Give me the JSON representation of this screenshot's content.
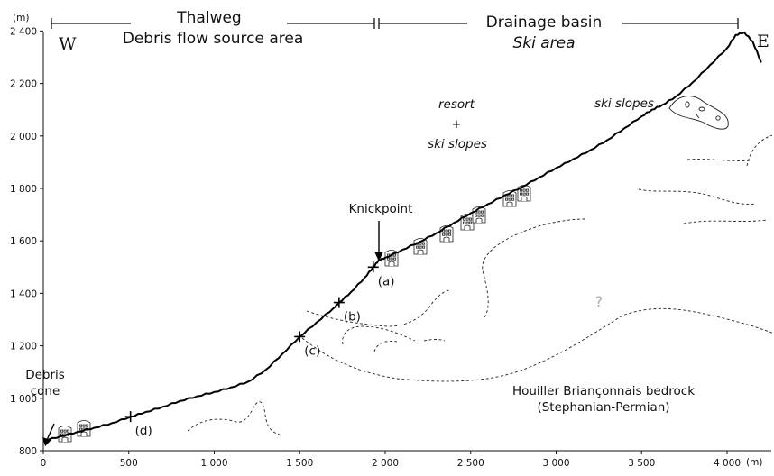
{
  "axes": {
    "y_unit": "(m)",
    "x_unit": "(m)",
    "y_ticks": [
      "800",
      "1 000",
      "1 200",
      "1 400",
      "1 600",
      "1 800",
      "2 000",
      "2 200",
      "2 400"
    ],
    "x_ticks": [
      "0",
      "500",
      "1 000",
      "1 500",
      "2 000",
      "2 500",
      "3 000",
      "3 500",
      "4 000"
    ]
  },
  "header": {
    "left_title": "Thalweg",
    "left_subtitle": "Debris flow source area",
    "right_title": "Drainage basin",
    "right_subtitle": "Ski area"
  },
  "orientation": {
    "west": "W",
    "east": "E"
  },
  "labels": {
    "knickpoint": "Knickpoint",
    "resort": "resort",
    "plus": "+",
    "ski_slopes_1": "ski slopes",
    "ski_slopes_2": "ski slopes",
    "debris_cone_1": "Debris",
    "debris_cone_2": "cone",
    "bedrock_1": "Houiller Briançonnais bedrock",
    "bedrock_2": "(Stephanian-Permian)",
    "question": "?"
  },
  "points": [
    {
      "label": "(a)",
      "x": 1930,
      "y": 1500
    },
    {
      "label": "(b)",
      "x": 1730,
      "y": 1365
    },
    {
      "label": "(c)",
      "x": 1500,
      "y": 1235
    },
    {
      "label": "(d)",
      "x": 510,
      "y": 930
    }
  ],
  "profile": [
    [
      0,
      838
    ],
    [
      100,
      855
    ],
    [
      200,
      872
    ],
    [
      300,
      888
    ],
    [
      400,
      905
    ],
    [
      510,
      930
    ],
    [
      600,
      948
    ],
    [
      700,
      968
    ],
    [
      800,
      990
    ],
    [
      900,
      1008
    ],
    [
      1000,
      1024
    ],
    [
      1100,
      1042
    ],
    [
      1200,
      1064
    ],
    [
      1300,
      1108
    ],
    [
      1400,
      1170
    ],
    [
      1500,
      1235
    ],
    [
      1600,
      1290
    ],
    [
      1700,
      1345
    ],
    [
      1730,
      1365
    ],
    [
      1800,
      1405
    ],
    [
      1880,
      1460
    ],
    [
      1930,
      1500
    ],
    [
      1960,
      1525
    ],
    [
      2000,
      1536
    ],
    [
      2100,
      1566
    ],
    [
      2200,
      1596
    ],
    [
      2300,
      1630
    ],
    [
      2400,
      1668
    ],
    [
      2500,
      1706
    ],
    [
      2600,
      1740
    ],
    [
      2700,
      1774
    ],
    [
      2800,
      1806
    ],
    [
      2900,
      1842
    ],
    [
      3000,
      1878
    ],
    [
      3100,
      1912
    ],
    [
      3200,
      1946
    ],
    [
      3300,
      1985
    ],
    [
      3400,
      2030
    ],
    [
      3500,
      2075
    ],
    [
      3560,
      2100
    ],
    [
      3620,
      2118
    ],
    [
      3700,
      2150
    ],
    [
      3800,
      2205
    ],
    [
      3900,
      2270
    ],
    [
      4000,
      2335
    ],
    [
      4050,
      2385
    ],
    [
      4100,
      2395
    ],
    [
      4150,
      2360
    ],
    [
      4200,
      2280
    ]
  ]
}
